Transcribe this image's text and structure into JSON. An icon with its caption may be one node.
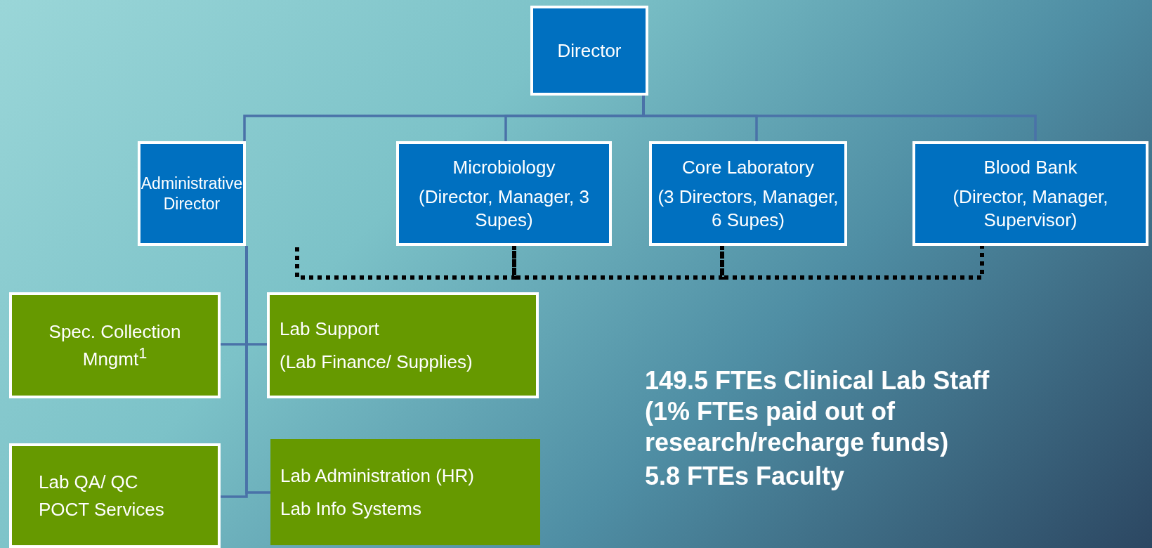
{
  "diagram": {
    "nodes": [
      {
        "text": [
          "Director"
        ]
      },
      {
        "text": [
          "Administrative Director"
        ]
      },
      {
        "text": [
          "Microbiology",
          "(Director, Manager, 3 Supes)"
        ]
      },
      {
        "text": [
          "Core Laboratory",
          "(3 Directors, Manager, 6 Supes)"
        ]
      },
      {
        "text": [
          "Blood Bank",
          "(Director, Manager, Supervisor)"
        ]
      },
      {
        "text": [
          "Spec. Collection Mngmt$^{1}$"
        ]
      },
      {
        "text": [
          "Lab Support",
          "(Lab Finance/ Supplies)"
        ]
      },
      {
        "text": [
          "Lab QA/ QC",
          "POCT Services"
        ]
      },
      {
        "text": [
          "Lab Administration (HR)",
          "Lab Info Systems"
        ]
      }
    ],
    "edges": [
      {
        "from": 0,
        "to": 1,
        "arrow": "none"
      },
      {
        "from": 0,
        "to": 2,
        "arrow": "none"
      },
      {
        "from": 0,
        "to": 3,
        "arrow": "none"
      },
      {
        "from": 0,
        "to": 4,
        "arrow": "none"
      },
      {
        "from": 1,
        "to": 5,
        "arrow": "none"
      },
      {
        "from": 1,
        "to": 6,
        "arrow": "none"
      },
      {
        "from": 1,
        "to": 7,
        "arrow": "none"
      },
      {
        "from": 1,
        "to": 8,
        "arrow": "none"
      },
      {
        "from": null,
        "to": 2,
        "arrow": "none",
        "style": "dashed",
        "color": "#000000"
      },
      {
        "from": 2,
        "to": 3,
        "arrow": "none",
        "style": "dashed",
        "color": "#000000"
      },
      {
        "from": 3,
        "to": 4,
        "arrow": "none",
        "style": "dashed",
        "color": "#000000"
      }
    ],
    "labels": [
      "149.5 FTEs Clinical Lab Staff",
      "(1% FTEs paid out of research/recharge funds)",
      "5.8 FTEs Faculty"
    ]
  }
}
